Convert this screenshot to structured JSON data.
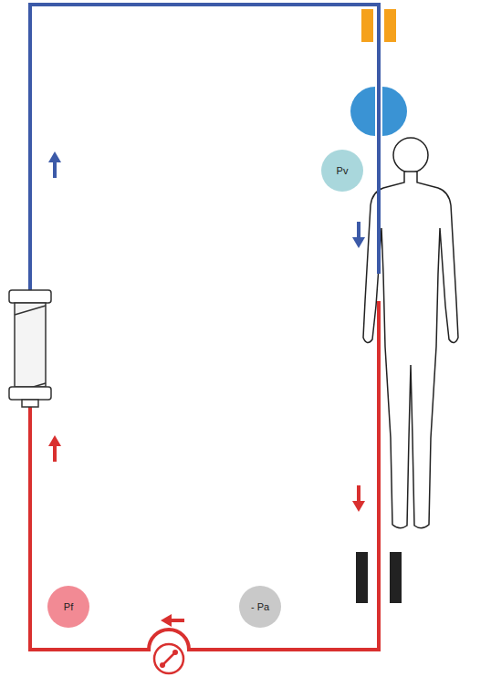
{
  "diagram": {
    "nodes": [
      {
        "text": [
          "Pv"
        ]
      },
      {
        "text": [
          "Pf"
        ]
      },
      {
        "text": [
          "- Pa"
        ]
      }
    ]
  }
}
